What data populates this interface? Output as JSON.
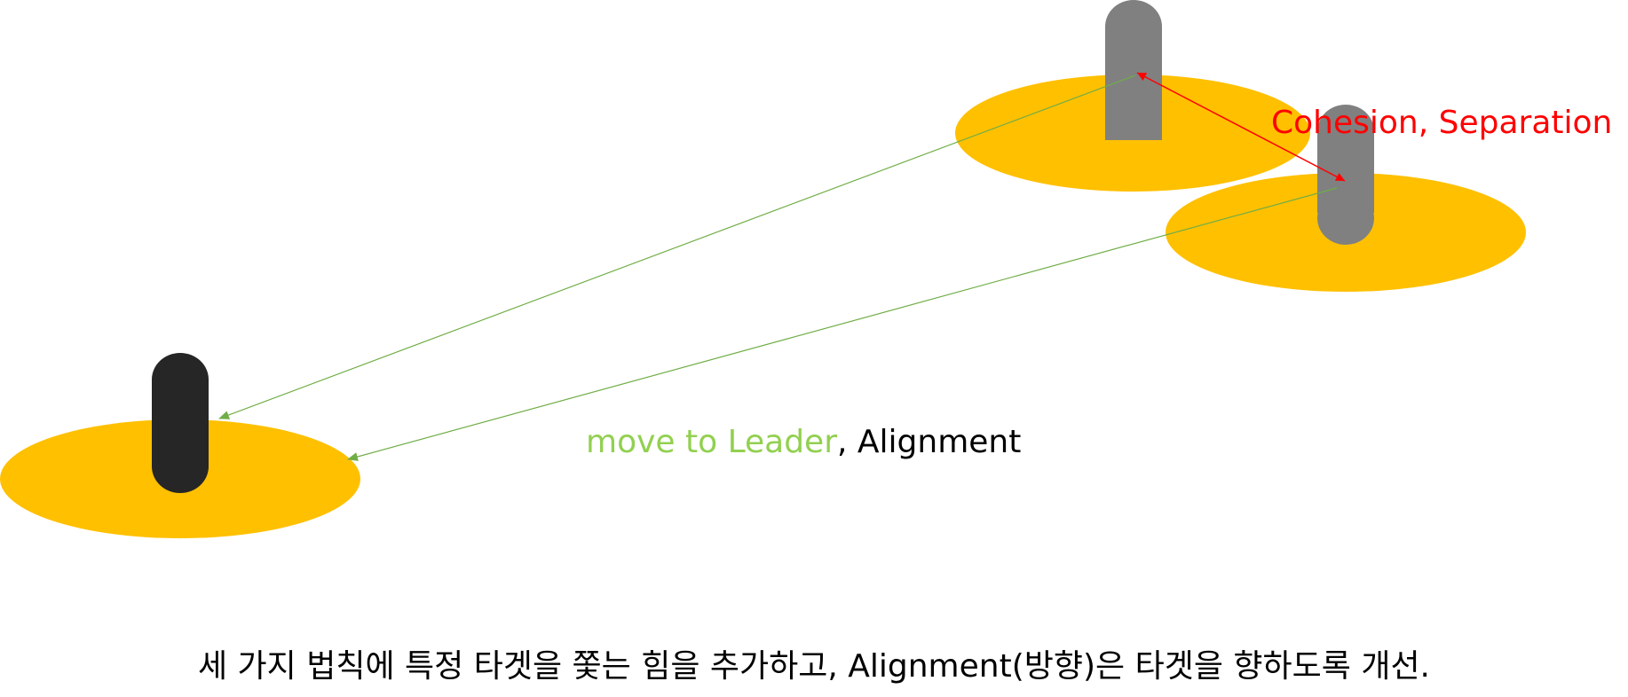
{
  "colors": {
    "ground": "#FFC000",
    "follower": "#808080",
    "leader": "#262626",
    "separation": "#FF0000",
    "leader_arrow": "#70AD47",
    "text": "#000000"
  },
  "labels": {
    "cohesion_separation": "Cohesion, Separation",
    "move_to_leader": "move to Leader",
    "alignment": ", Alignment"
  },
  "caption": "세 가지 법칙에 특정 타겟을 쫓는 힘을 추가하고, Alignment(방향)은 타겟을 향하도록 개선."
}
